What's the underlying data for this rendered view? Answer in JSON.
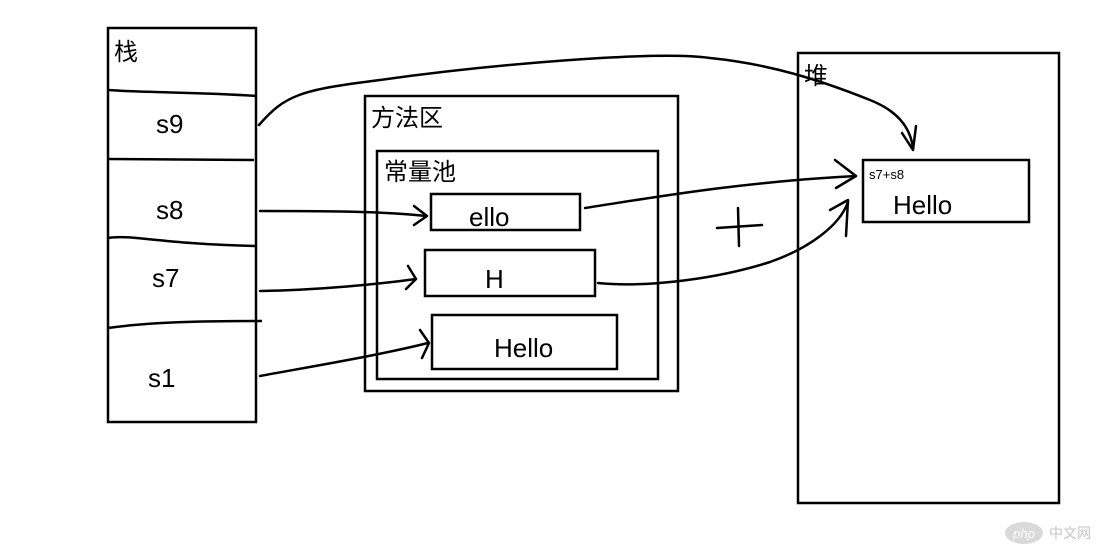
{
  "stack": {
    "title": "栈",
    "slots": [
      "s9",
      "s8",
      "s7",
      "s1"
    ]
  },
  "method_area": {
    "title": "方法区",
    "constant_pool": {
      "title": "常量池",
      "strings": [
        "ello",
        "H",
        "Hello"
      ]
    }
  },
  "heap": {
    "title": "堆",
    "object": {
      "expr": "s7+s8",
      "value": "Hello"
    }
  },
  "operator": "+",
  "watermark": {
    "logo": "php",
    "text": "中文网"
  }
}
